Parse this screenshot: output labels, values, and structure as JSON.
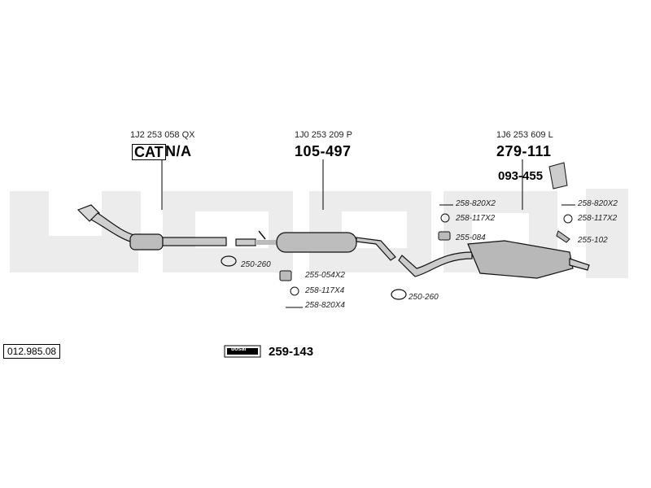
{
  "watermark": "bosal",
  "diagram_ref": "012.985.08",
  "sections": {
    "front": {
      "oe_number": "1J2 253 058 QX",
      "cat_label": "CAT",
      "part": "N/A"
    },
    "middle": {
      "oe_number": "1J0 253 209 P",
      "part": "105-497"
    },
    "rear": {
      "oe_number": "1J6 253 609 L",
      "part": "279-111",
      "accessory": "093-455"
    }
  },
  "accessories": {
    "clamp_front": "250-260",
    "mid_hanger": "255-054X2",
    "mid_ring": "258-117X4",
    "mid_bolt": "258-820X4",
    "clamp_mid": "250-260",
    "rear_left_bolt": "258-820X2",
    "rear_left_ring": "258-117X2",
    "rear_left_hanger": "255-084",
    "rear_right_bolt": "258-820X2",
    "rear_right_ring": "258-117X2",
    "rear_right_hanger": "255-102"
  },
  "kit": {
    "logo": "bosal",
    "part": "259-143"
  }
}
